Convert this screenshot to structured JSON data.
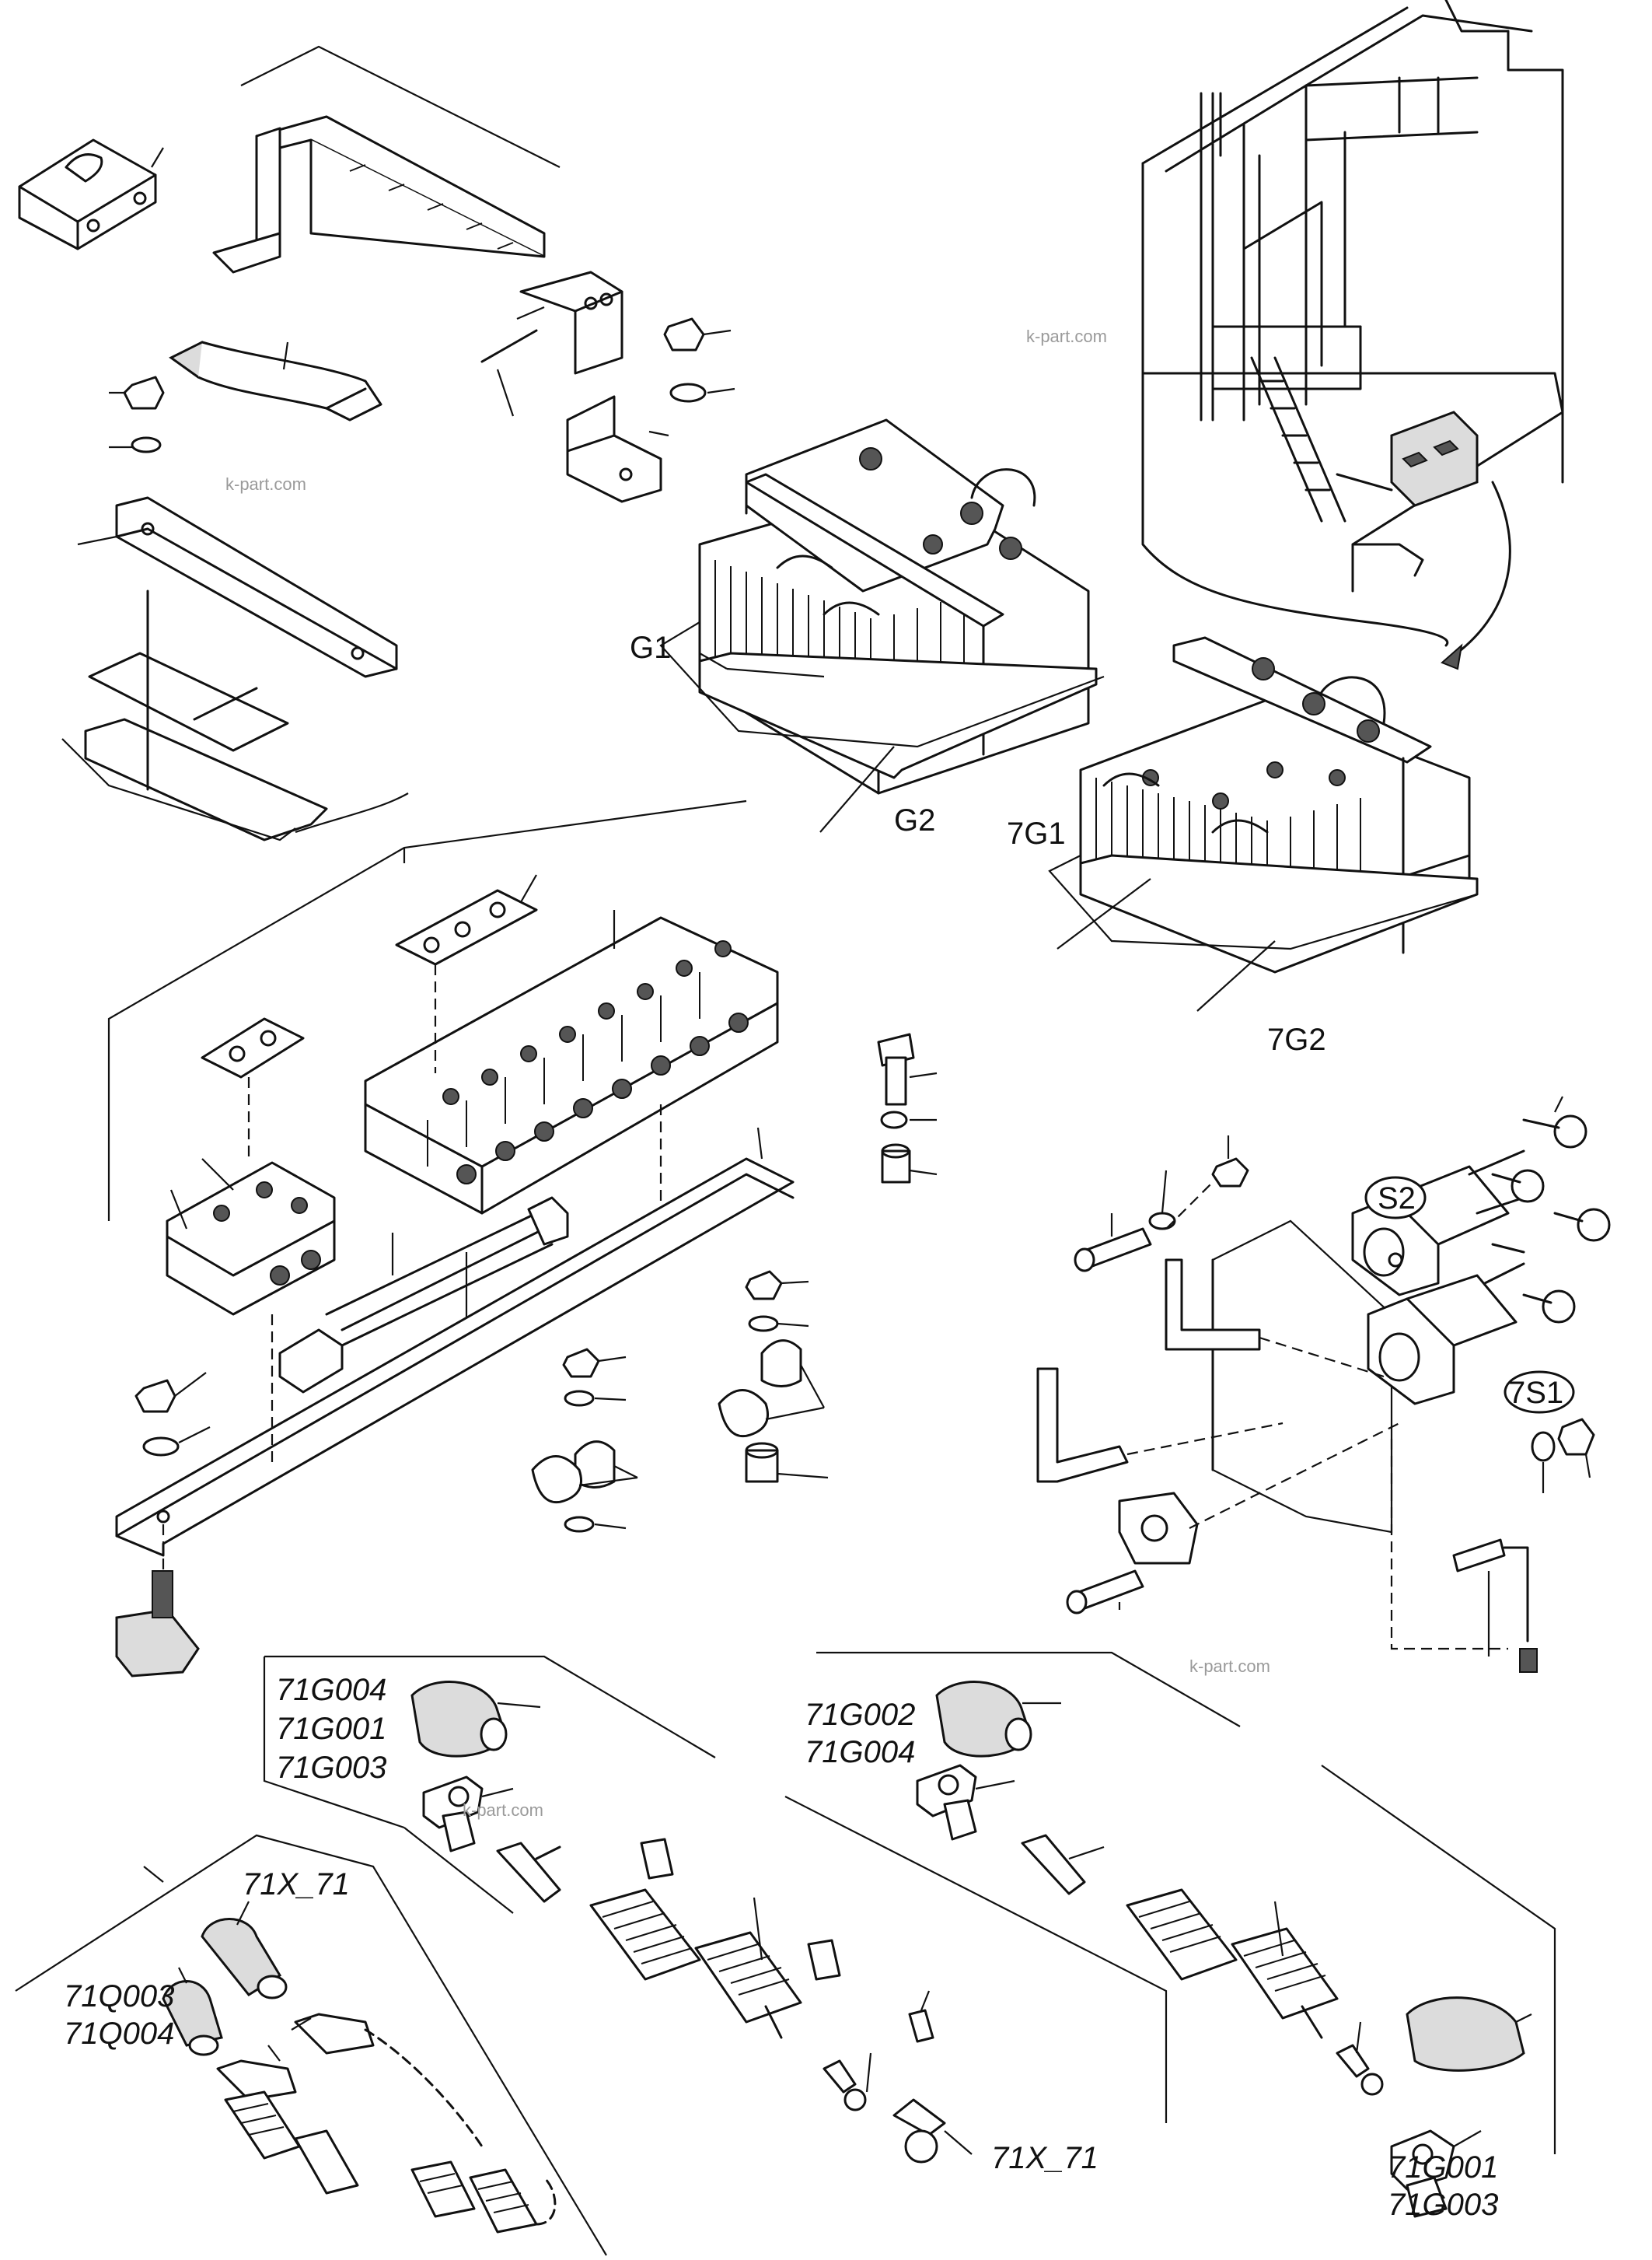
{
  "labels": {
    "g1": "G1",
    "g2": "G2",
    "7g1": "7G1",
    "7g2": "7G2",
    "s2": "S2",
    "7s1": "7S1",
    "cap_left_1": "71G004",
    "cap_left_2": "71G001",
    "cap_left_3": "71G003",
    "cap_mid_1": "71G002",
    "cap_mid_2": "71G004",
    "cap_right_1": "71G001",
    "cap_right_2": "71G003",
    "x71_top": "71X_71",
    "x71_bottom": "71X_71",
    "q_1": "71Q003",
    "q_2": "71Q004"
  },
  "watermarks": [
    "k-part.com",
    "k-part.com",
    "k-part.com",
    "k-part.com"
  ]
}
